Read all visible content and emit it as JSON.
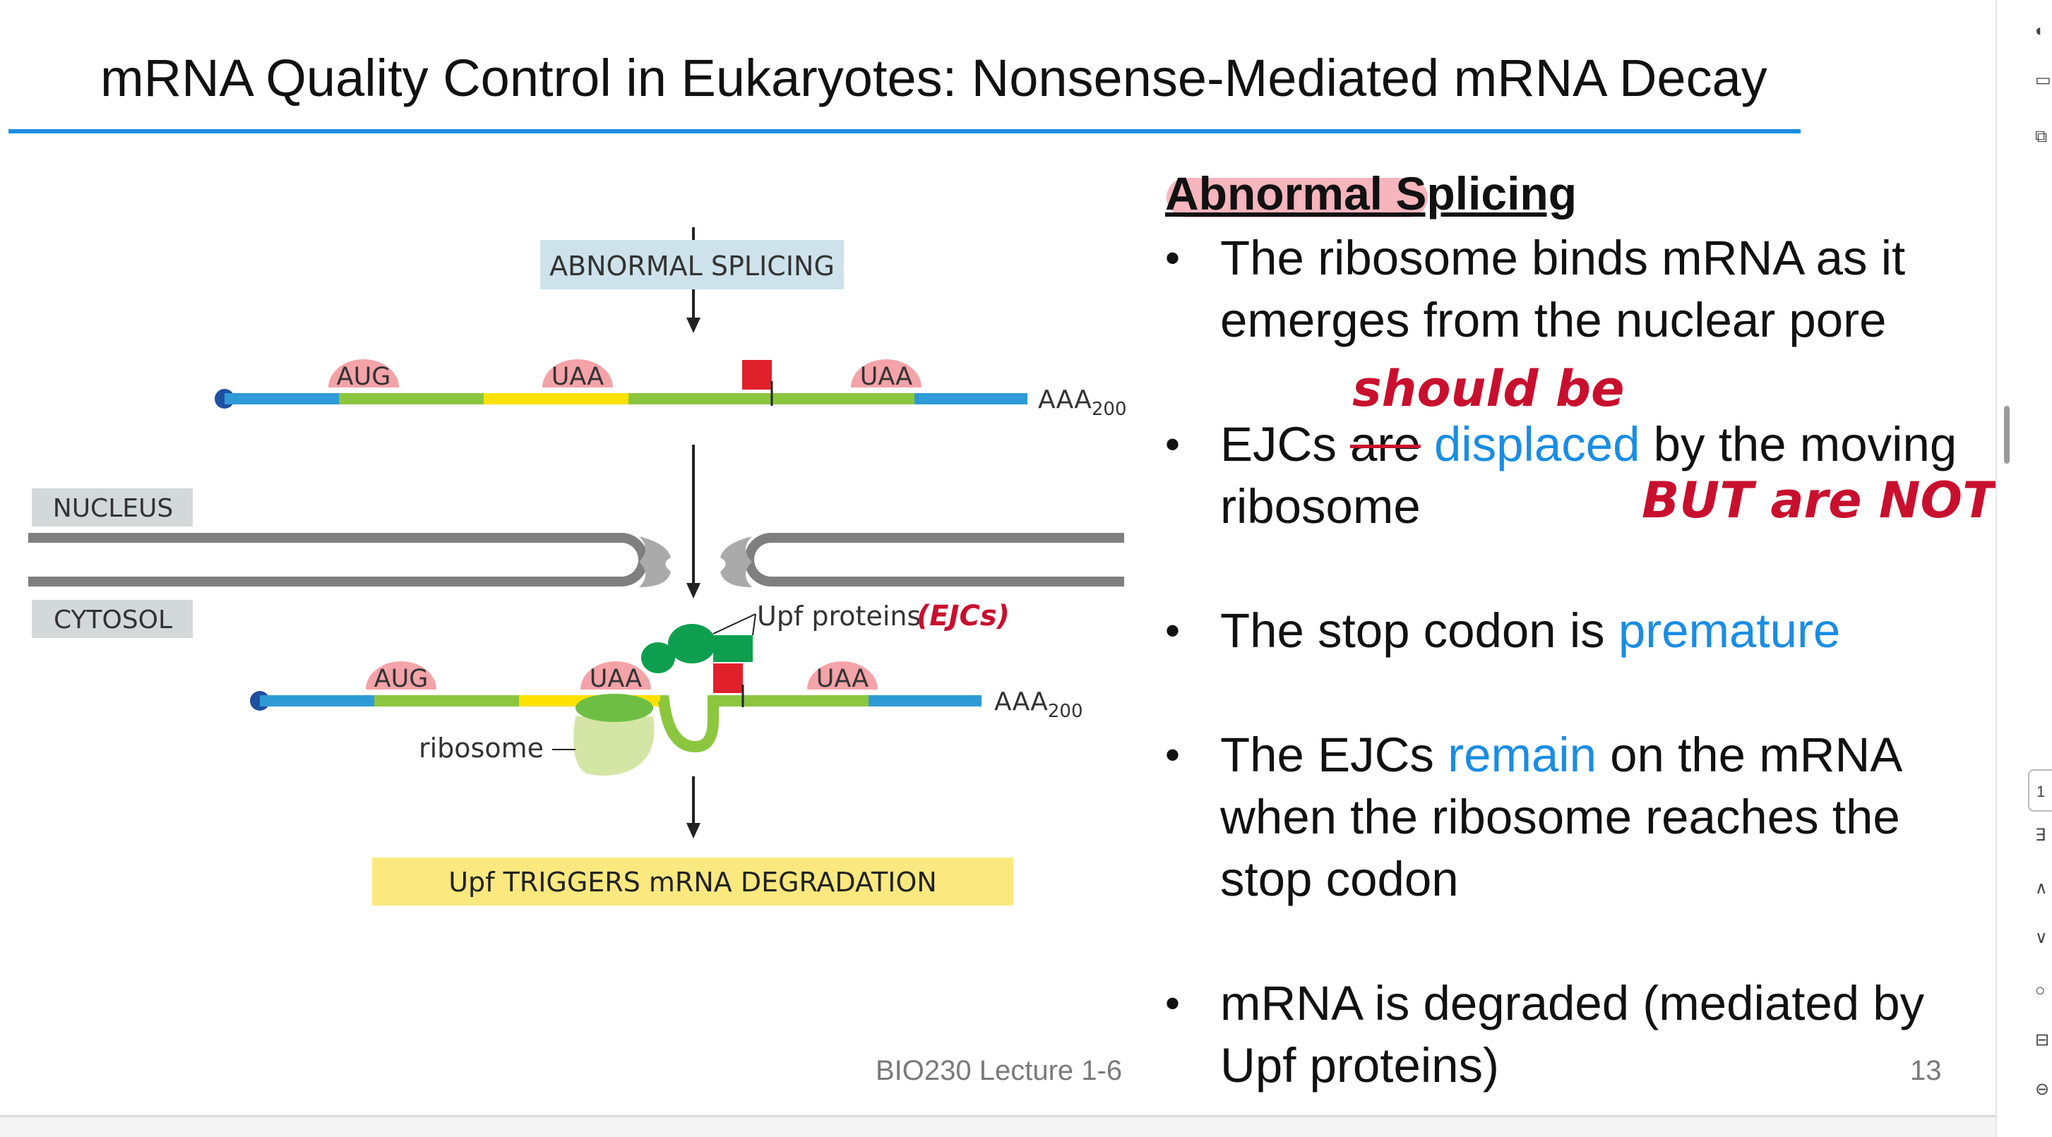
{
  "slide": {
    "title": "mRNA Quality Control in Eukaryotes: Nonsense-Mediated mRNA Decay",
    "footer_left": "BIO230 Lecture 1-6",
    "page_number": "13"
  },
  "diagram": {
    "top_box": "ABNORMAL SPLICING",
    "bottom_box": "Upf TRIGGERS mRNA DEGRADATION",
    "nucleus_label": "NUCLEUS",
    "cytosol_label": "CYTOSOL",
    "upper_codons": [
      "AUG",
      "UAA",
      "UAA"
    ],
    "lower_codons": [
      "AUG",
      "UAA",
      "UAA"
    ],
    "polya_base": "AAA",
    "polya_sub": "200",
    "upf_label": "Upf proteins",
    "upf_annotation": "(EJCs)",
    "ribosome_label": "ribosome",
    "colors": {
      "utr_blue": "#2e9bd6",
      "coding_green": "#8cc63f",
      "yellow_region": "#ffe100",
      "ejc_red": "#e0202a",
      "upf_green": "#0d9f4f",
      "ribosome_light": "#d4e6a6",
      "codon_pink": "#f4a3a8",
      "membrane_gray": "#7f7f7f"
    }
  },
  "content": {
    "heading": "Abnormal Splicing",
    "bullets": [
      {
        "pre": "The ribosome binds mRNA as it emerges from the nuclear pore"
      },
      {
        "pre": "EJCs ",
        "struck": "are",
        "blue": "displaced",
        "post": " by the moving ribosome"
      },
      {
        "pre": "The stop codon is ",
        "blue": "premature"
      },
      {
        "pre": "The EJCs ",
        "blue": "remain",
        "post": " on the mRNA when the ribosome reaches the stop codon"
      },
      {
        "pre": "mRNA is degraded (mediated by Upf proteins)"
      }
    ],
    "handwriting": {
      "should_be": "should be",
      "but_are_not": "BUT are NOT"
    }
  },
  "viewer": {
    "sidebar_page": "1"
  }
}
